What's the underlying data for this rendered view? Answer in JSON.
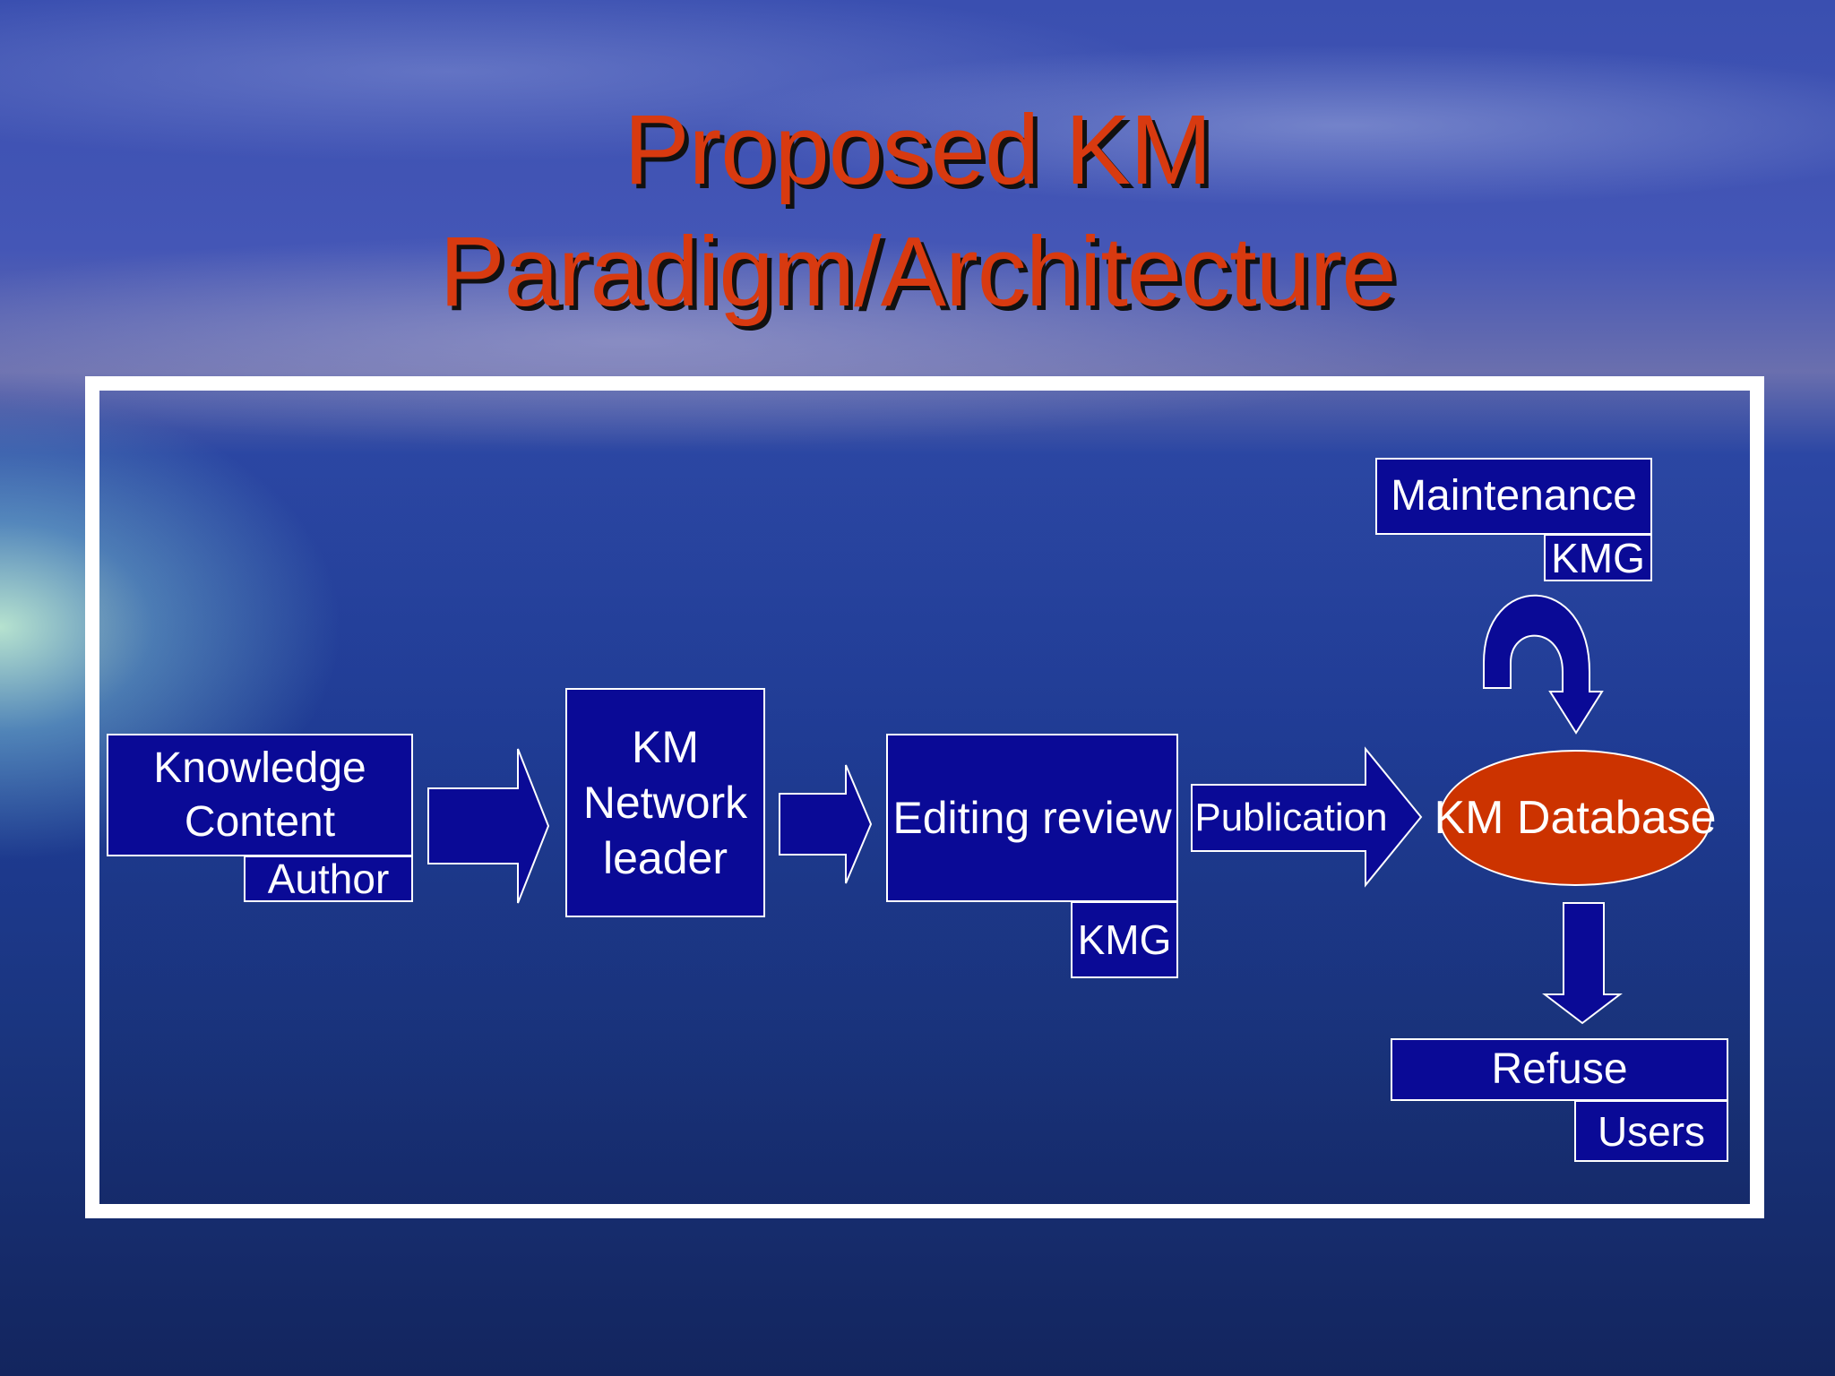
{
  "title": {
    "line1": "Proposed KM",
    "line2": "Paradigm/Architecture"
  },
  "diagram": {
    "knowledge_content": {
      "line1": "Knowledge",
      "line2": "Content",
      "role": "Author"
    },
    "network_leader": {
      "line1": "KM",
      "line2": "Network",
      "line3": "leader"
    },
    "editing_review": {
      "label": "Editing review",
      "role": "KMG"
    },
    "publication_label": "Publication",
    "km_database": "KM Database",
    "maintenance": {
      "label": "Maintenance",
      "role": "KMG"
    },
    "refuse": {
      "label": "Refuse",
      "role": "Users"
    }
  },
  "colors": {
    "title": "#d83a10",
    "box_fill": "#0a0a96",
    "database_fill": "#cc3300",
    "frame": "#ffffff"
  }
}
